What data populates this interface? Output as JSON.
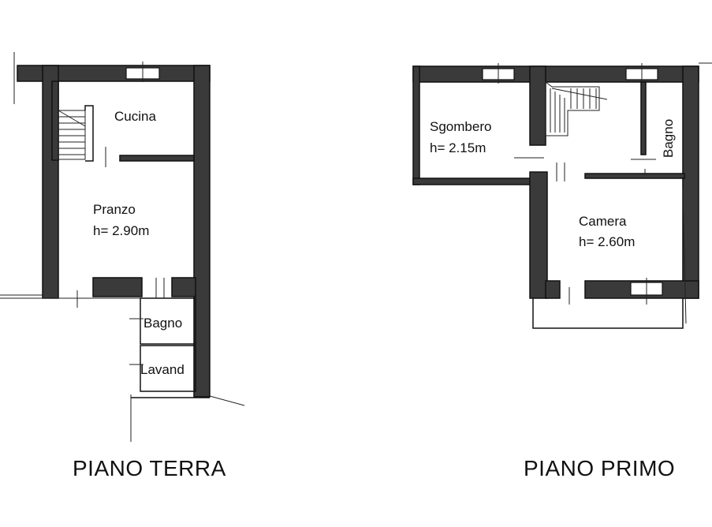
{
  "ground_floor": {
    "title": "PIANO TERRA",
    "rooms": {
      "cucina": "Cucina",
      "pranzo": "Pranzo",
      "pranzo_height": "h= 2.90m",
      "bagno": "Bagno",
      "lavand": "Lavand"
    }
  },
  "first_floor": {
    "title": "PIANO PRIMO",
    "rooms": {
      "sgombero": "Sgombero",
      "sgombero_height": "h= 2.15m",
      "bagno": "Bagno",
      "camera": "Camera",
      "camera_height": "h= 2.60m"
    }
  }
}
